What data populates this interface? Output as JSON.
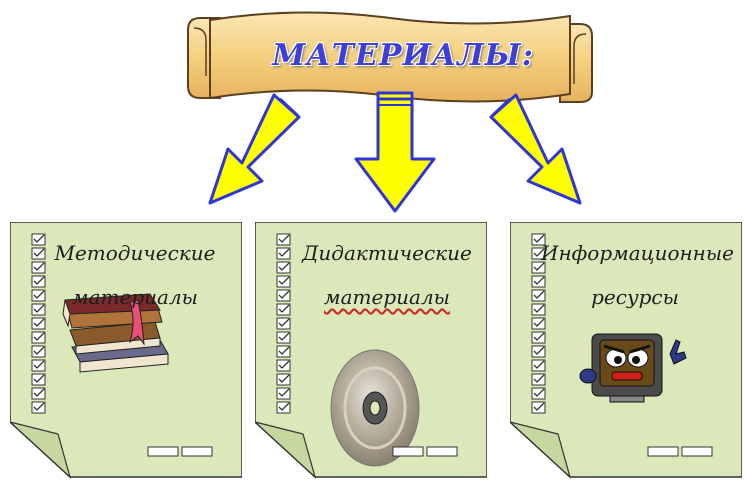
{
  "banner": {
    "title": "МАТЕРИАЛЫ:"
  },
  "cards": [
    {
      "title_line1": "Методические",
      "title_line2": "материалы",
      "image": "books-icon"
    },
    {
      "title_line1": "Дидактические",
      "title_line2": "материалы",
      "image": "cd-disc-icon"
    },
    {
      "title_line1": "Информационные",
      "title_line2": "ресурсы",
      "image": "computer-character-icon"
    }
  ],
  "colors": {
    "card_fill": "#dbe8ba",
    "banner_fill": "#f6d48a",
    "arrow_fill": "#ffff00",
    "arrow_stroke": "#2f36d6",
    "title_color": "#3d3fd6"
  }
}
